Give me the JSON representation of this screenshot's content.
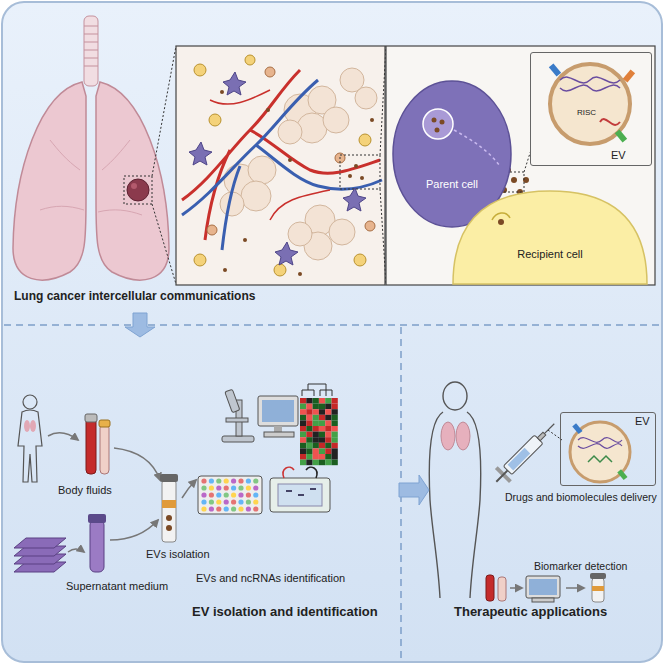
{
  "diagram": {
    "nodes": [
      {
        "text": [
          "Lung cancer intercellular communications"
        ]
      },
      {
        "text": [
          "Parent cell"
        ],
        "in": 0
      },
      {
        "text": [
          "EV"
        ],
        "in": 0
      },
      {
        "text": [
          "Recipient cell"
        ],
        "in": 0
      },
      {
        "text": [
          "EV isolation and identification"
        ]
      },
      {
        "text": [
          "Therapeutic applications"
        ]
      },
      {
        "text": [
          "EV"
        ],
        "in": 5
      }
    ],
    "edges": [
      {
        "from": 0,
        "to": 4,
        "arrow": "to"
      },
      {
        "from": 4,
        "to": 5,
        "arrow": "to"
      }
    ],
    "labels": [
      "RISC",
      "Body fluids",
      "Supernatant medium",
      "EVs isolation",
      "EVs and ncRNAs identification",
      "Drugs and biomolecules delivery",
      "Biomarker detection"
    ]
  }
}
